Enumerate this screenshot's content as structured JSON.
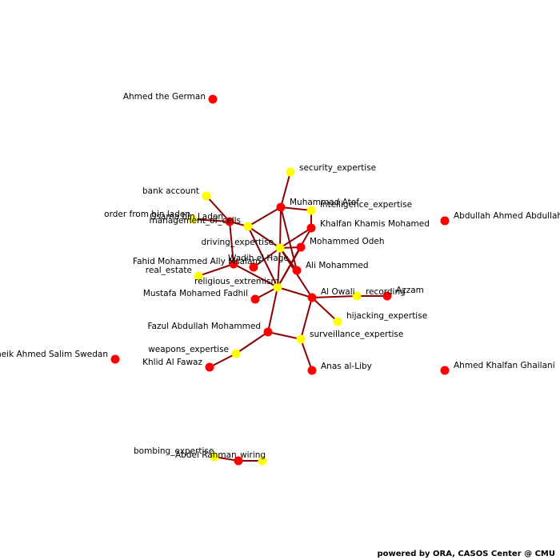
{
  "footer": "powered by ORA, CASOS Center @ CMU",
  "colors": {
    "edge": "#8b0000",
    "agent": "#ff0000",
    "knowledge": "#ffff00"
  },
  "nodes": [
    {
      "id": "ahmed_german",
      "label": "Ahmed the German",
      "kind": "agent"
    },
    {
      "id": "security",
      "label": "security_expertise",
      "kind": "knowledge"
    },
    {
      "id": "bank",
      "label": "bank account",
      "kind": "knowledge"
    },
    {
      "id": "atef",
      "label": "Muhammad Atef",
      "kind": "agent"
    },
    {
      "id": "intel",
      "label": "intelligence_expertise",
      "kind": "knowledge"
    },
    {
      "id": "order",
      "label": "order from bin laden",
      "kind": "knowledge"
    },
    {
      "id": "binladen",
      "label": "Osama bin Laden",
      "kind": "agent"
    },
    {
      "id": "mgmt",
      "label": "management_of_cells",
      "kind": "knowledge"
    },
    {
      "id": "khalfan",
      "label": "Khalfan Khamis Mohamed",
      "kind": "agent"
    },
    {
      "id": "abdullah",
      "label": "Abdullah Ahmed Abdullah",
      "kind": "agent"
    },
    {
      "id": "driving",
      "label": "driving_expertise",
      "kind": "knowledge"
    },
    {
      "id": "odeh",
      "label": "Mohammed Odeh",
      "kind": "agent"
    },
    {
      "id": "wadih",
      "label": "Wadih el Hage",
      "kind": "agent"
    },
    {
      "id": "msalam",
      "label": "Fahid Mohammed Ally Msalam",
      "kind": "agent"
    },
    {
      "id": "ali",
      "label": "Ali Mohammed",
      "kind": "agent"
    },
    {
      "id": "realestate",
      "label": "real_estate",
      "kind": "knowledge"
    },
    {
      "id": "religious",
      "label": "religious_extremism",
      "kind": "knowledge"
    },
    {
      "id": "owali",
      "label": "Al Owali",
      "kind": "agent"
    },
    {
      "id": "recording",
      "label": "recording",
      "kind": "knowledge"
    },
    {
      "id": "azzam",
      "label": "Azzam",
      "kind": "agent"
    },
    {
      "id": "fadhil",
      "label": "Mustafa Mohamed Fadhil",
      "kind": "agent"
    },
    {
      "id": "hijacking",
      "label": "hijacking_expertise",
      "kind": "knowledge"
    },
    {
      "id": "fazul",
      "label": "Fazul Abdullah Mohammed",
      "kind": "agent"
    },
    {
      "id": "surveillance",
      "label": "surveillance_expertise",
      "kind": "knowledge"
    },
    {
      "id": "weapons",
      "label": "weapons_expertise",
      "kind": "knowledge"
    },
    {
      "id": "sheik",
      "label": "Sheik Ahmed Salim Swedan",
      "kind": "agent"
    },
    {
      "id": "fawaz",
      "label": "Khlid Al Fawaz",
      "kind": "agent"
    },
    {
      "id": "anas",
      "label": "Anas al-Liby",
      "kind": "agent"
    },
    {
      "id": "ghailani",
      "label": "Ahmed Khalfan Ghailani",
      "kind": "agent"
    },
    {
      "id": "bombing",
      "label": "bombing_expertise",
      "kind": "knowledge"
    },
    {
      "id": "abdelrahman",
      "label": "Abdel Rahman",
      "kind": "agent"
    },
    {
      "id": "wiring",
      "label": "wiring",
      "kind": "knowledge"
    }
  ],
  "edges": [
    [
      "security",
      "atef"
    ],
    [
      "atef",
      "intel"
    ],
    [
      "atef",
      "driving"
    ],
    [
      "atef",
      "ali"
    ],
    [
      "bank",
      "binladen"
    ],
    [
      "order",
      "binladen"
    ],
    [
      "binladen",
      "mgmt"
    ],
    [
      "binladen",
      "msalam"
    ],
    [
      "mgmt",
      "atef"
    ],
    [
      "mgmt",
      "driving"
    ],
    [
      "mgmt",
      "religious"
    ],
    [
      "intel",
      "khalfan"
    ],
    [
      "khalfan",
      "driving"
    ],
    [
      "khalfan",
      "religious"
    ],
    [
      "driving",
      "odeh"
    ],
    [
      "driving",
      "wadih"
    ],
    [
      "driving",
      "ali"
    ],
    [
      "driving",
      "religious"
    ],
    [
      "driving",
      "owali"
    ],
    [
      "odeh",
      "religious"
    ],
    [
      "realestate",
      "msalam"
    ],
    [
      "msalam",
      "religious"
    ],
    [
      "religious",
      "fadhil"
    ],
    [
      "religious",
      "owali"
    ],
    [
      "religious",
      "fazul"
    ],
    [
      "owali",
      "recording"
    ],
    [
      "recording",
      "azzam"
    ],
    [
      "owali",
      "hijacking"
    ],
    [
      "owali",
      "surveillance"
    ],
    [
      "fazul",
      "surveillance"
    ],
    [
      "fazul",
      "weapons"
    ],
    [
      "weapons",
      "fawaz"
    ],
    [
      "surveillance",
      "anas"
    ],
    [
      "bombing",
      "abdelrahman"
    ],
    [
      "abdelrahman",
      "wiring"
    ]
  ]
}
